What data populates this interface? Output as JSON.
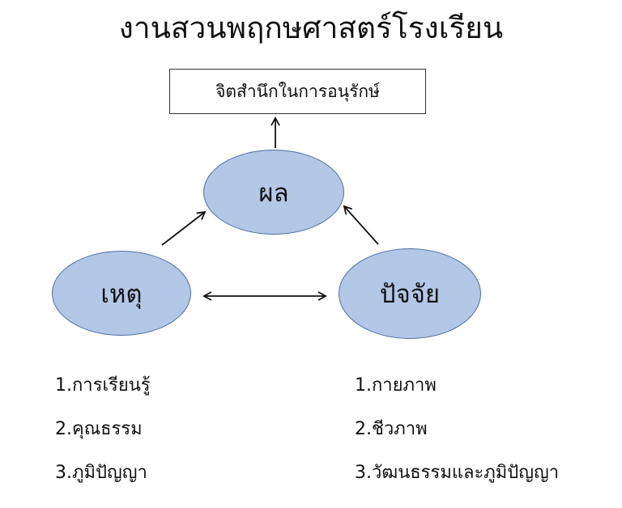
{
  "title": "งานสวนพฤกษศาสตร์โรงเรียน",
  "top_box": "จิตสำนึกในการอนุรักษ์",
  "nodes": {
    "top": "ผล",
    "left": "เหตุ",
    "right": "ปัจจัย"
  },
  "left_list": [
    "1.การเรียนรู้",
    "2.คุณธรรม",
    "3.ภูมิปัญญา"
  ],
  "right_list": [
    "1.กายภาพ",
    "2.ชีวภาพ",
    "3.วัฒนธรรมและภูมิปัญญา"
  ],
  "colors": {
    "node_fill": "#b3c7e6",
    "node_border": "#4a6fa5"
  }
}
